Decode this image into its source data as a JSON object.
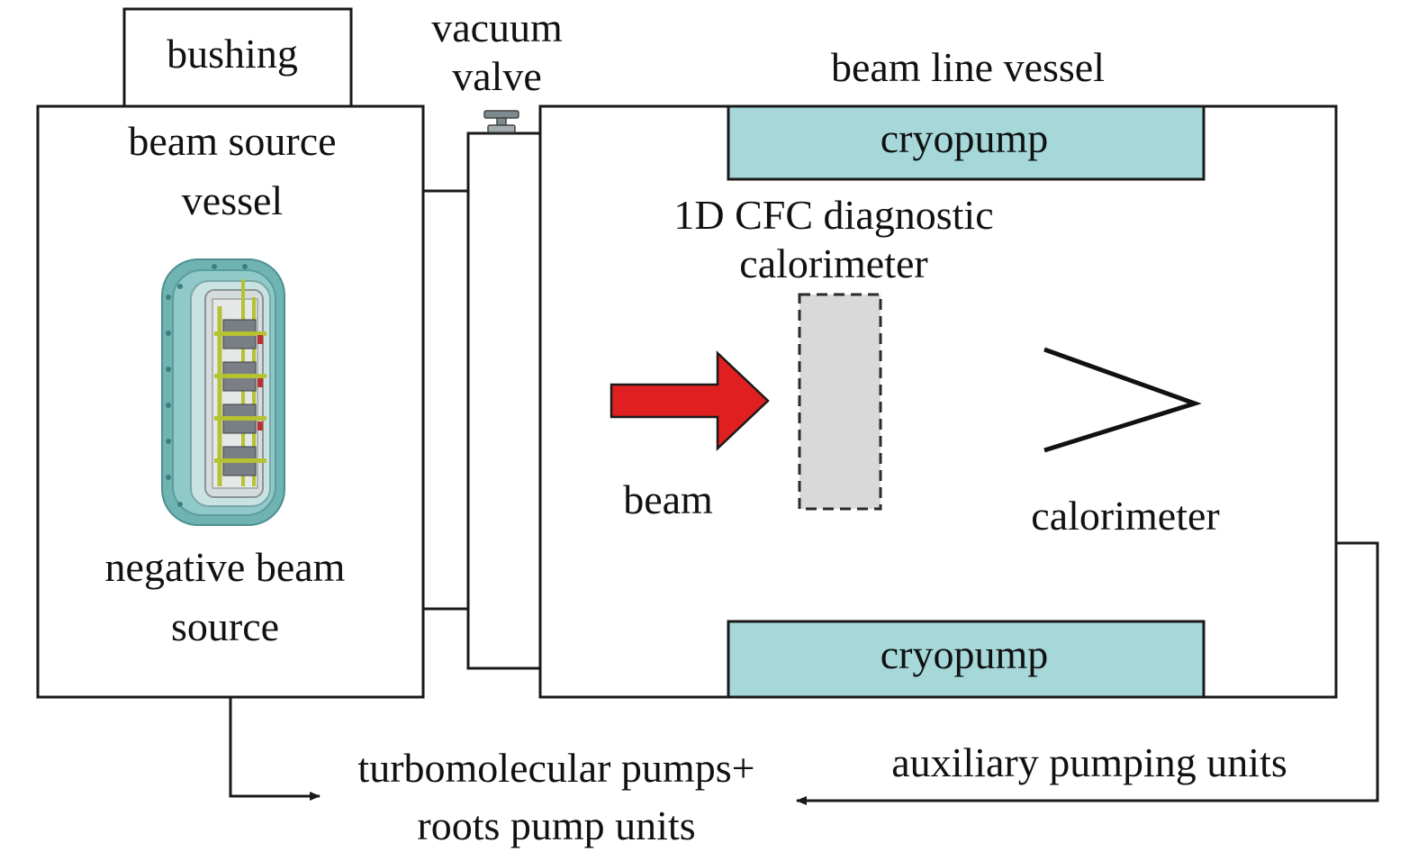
{
  "labels": {
    "bushing": "bushing",
    "vacuum_valve_line1": "vacuum",
    "vacuum_valve_line2": "valve",
    "beam_line_vessel": "beam line vessel",
    "beam_source_vessel_line1": "beam source",
    "beam_source_vessel_line2": "vessel",
    "cryopump_top": "cryopump",
    "cryopump_bottom": "cryopump",
    "diagnostic_line1": "1D CFC diagnostic",
    "diagnostic_line2": "calorimeter",
    "beam": "beam",
    "calorimeter": "calorimeter",
    "negative_beam_source_line1": "negative beam",
    "negative_beam_source_line2": "source",
    "turbo_line1": "turbomolecular pumps+",
    "turbo_line2": "roots pump units",
    "auxiliary": "auxiliary pumping units"
  },
  "colors": {
    "line": "#1a1a1a",
    "cryopump_fill": "#a6d8da",
    "beam_arrow": "#e02020",
    "diagnostic_fill": "#d9d9d9",
    "source_body": "#6fb3b3",
    "source_frame": "#8fc9c9",
    "source_inner": "#d6dcdc",
    "source_rods": "#b5c234"
  }
}
